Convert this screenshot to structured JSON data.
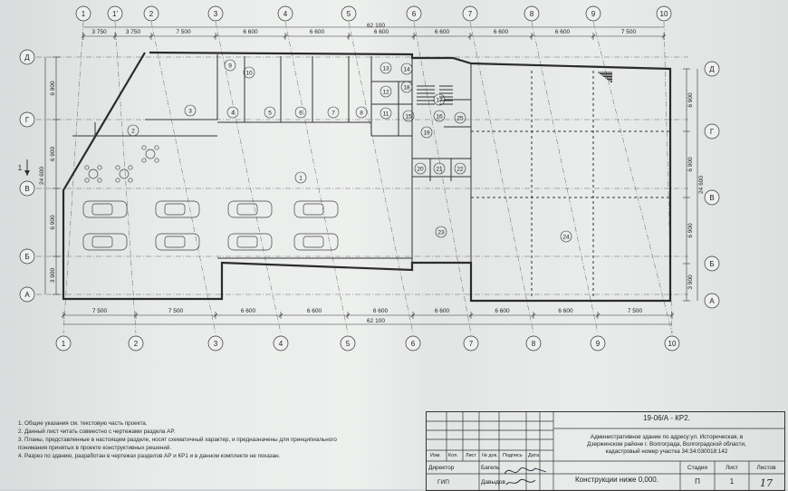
{
  "axes_top": [
    "1",
    "1'",
    "2",
    "3",
    "4",
    "5",
    "6",
    "7",
    "8",
    "9",
    "10"
  ],
  "axes_bottom": [
    "1",
    "2",
    "3",
    "4",
    "5",
    "6",
    "7",
    "8",
    "9",
    "10"
  ],
  "axes_left": [
    "Д",
    "Г",
    "В",
    "Б",
    "А"
  ],
  "axes_right": [
    "Д",
    "Г",
    "В",
    "Б",
    "А"
  ],
  "dims_top": [
    "3 750",
    "3 750",
    "7 500",
    "6 600",
    "6 600",
    "6 600",
    "6 600",
    "6 600",
    "6 600",
    "7 500"
  ],
  "dims_bottom": [
    "7 500",
    "7 500",
    "6 600",
    "6 600",
    "6 600",
    "6 600",
    "6 600",
    "6 600",
    "7 500"
  ],
  "total_top": "62 100",
  "total_bottom": "62 100",
  "dims_left": [
    "6 900",
    "6 900",
    "6 900",
    "3 900"
  ],
  "total_left": "24 600",
  "dims_right": [
    "6 900",
    "6 900",
    "6 900",
    "3 900"
  ],
  "total_right": "24 600",
  "rooms": [
    "1",
    "2",
    "3",
    "4",
    "5",
    "6",
    "7",
    "8",
    "9",
    "10",
    "11",
    "12",
    "13",
    "14",
    "15",
    "16",
    "17",
    "18",
    "19",
    "20",
    "21",
    "22",
    "23",
    "24",
    "25"
  ],
  "arrow_mark": "1",
  "notes": [
    "1. Общие указания см. текстовую часть проекта.",
    "2. Данный лист читать совместно с чертежами раздела АР.",
    "3. Планы, представленные в настоящем разделе, носят схематичный характер, и предназначены для принципиального",
    "понимания принятых в проекте конструктивных решений.",
    "4. Разрез по зданию, разработан в чертежах разделов АР и КР1 и в данном комплекте не показан."
  ],
  "stamp": {
    "code": "19-06/А - КР2.",
    "description": [
      "Административное здание по адресу:ул. Историческая, в",
      "Дзержинском районе г. Волгограда, Волгоградской области,",
      "кадастровый номер участка 34:34:030018:142"
    ],
    "header": [
      "Изм.",
      "Кол.",
      "Лист",
      "№ док.",
      "Подпись",
      "Дата"
    ],
    "roles": [
      {
        "role": "Директор",
        "name": "Багель"
      },
      {
        "role": "ГИП",
        "name": "Давыдов"
      }
    ],
    "title": "Конструкции ниже 0,000.",
    "stage_label": "Стадия",
    "sheet_label": "Лист",
    "sheets_label": "Листов",
    "stage": "П",
    "sheet": "1",
    "sheets": "17"
  },
  "colors": {
    "paper": "#e9ecea",
    "ink": "#333333",
    "wall": "#2b2b2b"
  }
}
